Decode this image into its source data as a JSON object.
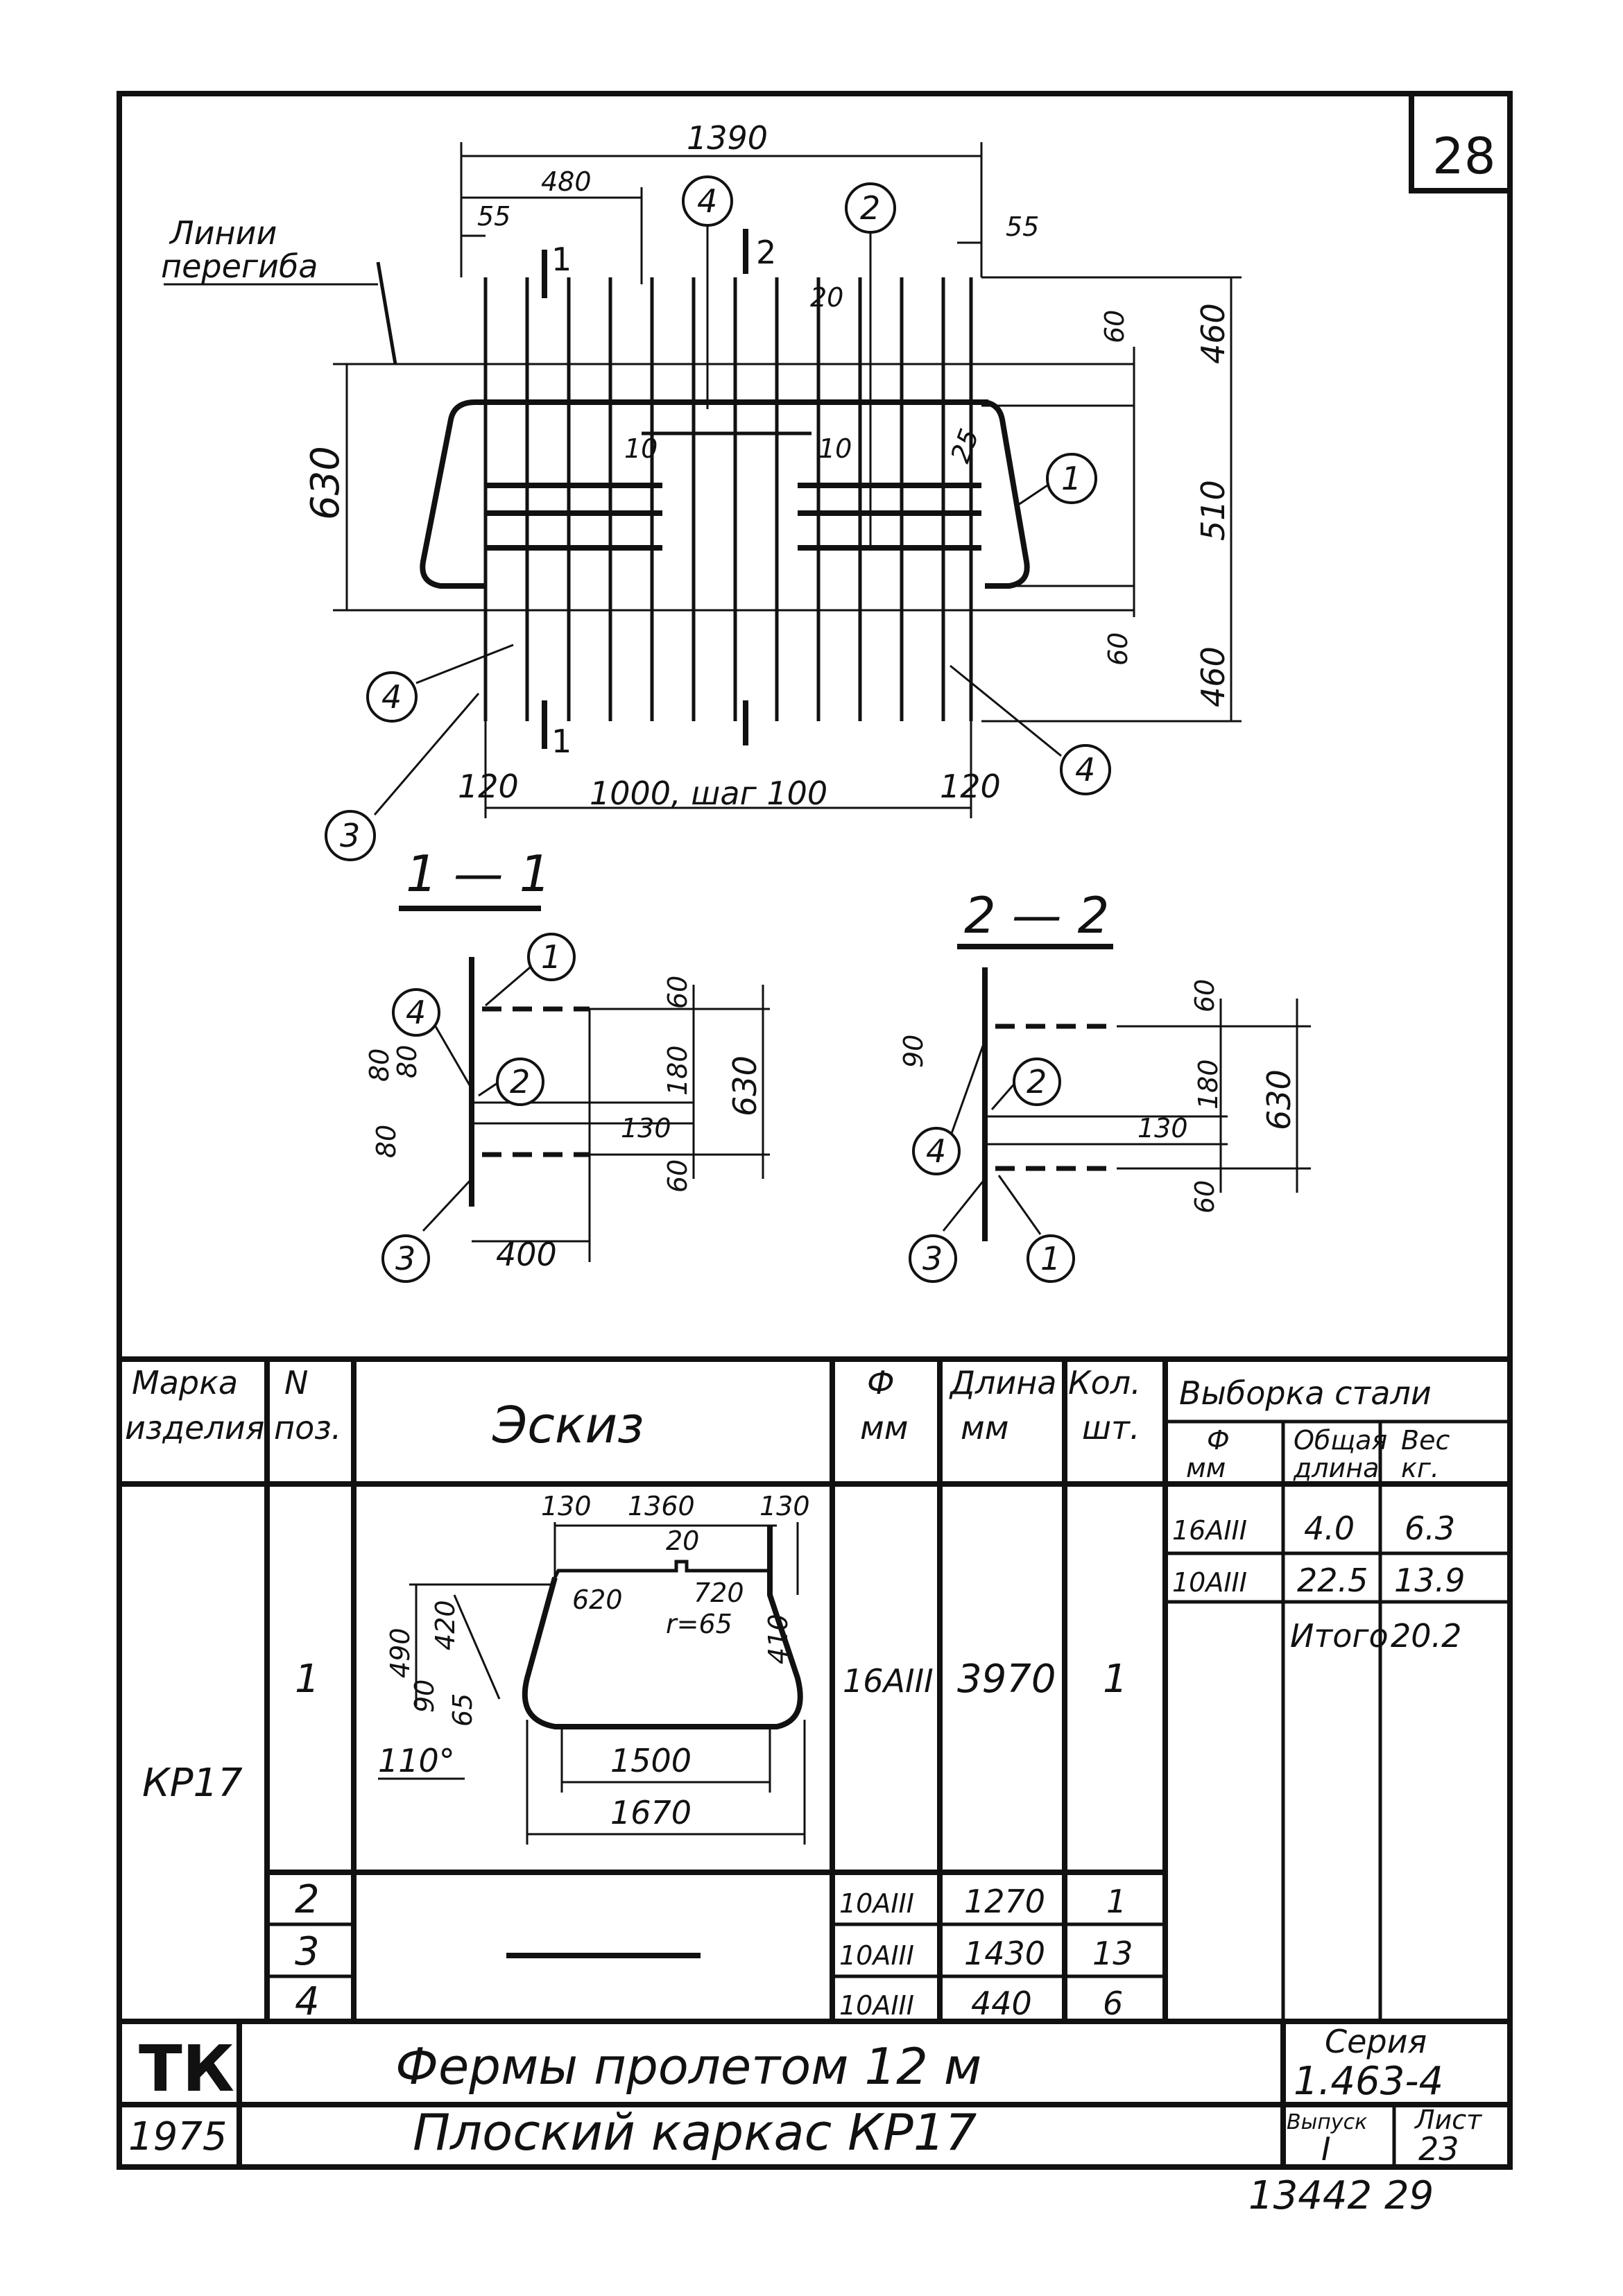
{
  "sheet": {
    "number": "28",
    "code": "ТК",
    "year": "1975",
    "title1": "Фермы пролетом 12 м",
    "title2": "Плоский каркас КР17",
    "series_label": "Серия",
    "series_value": "1.463-4",
    "issue_label": "Выпуск",
    "issue_value": "I",
    "sheet_label": "Лист",
    "sheet_value": "23",
    "footer": "13442  29"
  },
  "plan": {
    "bend_lines_label": "Линии\nперегиба",
    "dim_total": "1390",
    "dim_480": "480",
    "dim_55_left": "55",
    "dim_55_right": "55",
    "dim_20": "20",
    "dim_60_top": "60",
    "dim_460_top": "460",
    "dim_510": "510",
    "dim_60_bottom": "60",
    "dim_460_bottom": "460",
    "dim_630": "630",
    "dim_10_left": "10",
    "dim_10_right": "10",
    "dim_25": "25",
    "dim_120_left": "120",
    "dim_step": "1000, шаг 100",
    "dim_120_right": "120",
    "section1_mark": "1",
    "section2_mark": "2",
    "callouts": [
      "1",
      "2",
      "3",
      "4",
      "4",
      "4"
    ]
  },
  "section_1_1": {
    "title": "1 — 1",
    "d60_top": "60",
    "d80_a": "80",
    "d80_b": "80",
    "d180": "180",
    "d130": "130",
    "d630": "630",
    "d80_c": "80",
    "d60_bottom": "60",
    "d400": "400",
    "callouts": [
      "1",
      "2",
      "3",
      "4"
    ]
  },
  "section_2_2": {
    "title": "2 — 2",
    "d60_top": "60",
    "d90": "90",
    "d180": "180",
    "d130": "130",
    "d630": "630",
    "d60_bottom": "60",
    "callouts": [
      "1",
      "2",
      "3",
      "4"
    ]
  },
  "table": {
    "headers": {
      "mark": "Марка\nизделия",
      "pos": "N\nпоз.",
      "sketch": "Эскиз",
      "dia": "Ф\nмм",
      "length": "Длина\nмм",
      "qty": "Кол.\nшт.",
      "steel": "Выборка стали",
      "steel_dia": "Ф\nмм",
      "steel_len": "Общая\nдлина",
      "steel_wt": "Вес\nкг."
    },
    "mark": "КР17",
    "rows": [
      {
        "pos": "1",
        "dia": "16АIII",
        "length": "3970",
        "qty": "1"
      },
      {
        "pos": "2",
        "dia": "10АIII",
        "length": "1270",
        "qty": "1"
      },
      {
        "pos": "3",
        "dia": "10АIII",
        "length": "1430",
        "qty": "13"
      },
      {
        "pos": "4",
        "dia": "10АIII",
        "length": "440",
        "qty": "6"
      }
    ],
    "steel": [
      {
        "dia": "16АIII",
        "length": "4.0",
        "weight": "6.3"
      },
      {
        "dia": "10АIII",
        "length": "22.5",
        "weight": "13.9"
      }
    ],
    "total_label": "Итого",
    "total_value": "20.2",
    "sketch_dims": {
      "d130a": "130",
      "d1360": "1360",
      "d130b": "130",
      "d20": "20",
      "d620": "620",
      "d720": "720",
      "r65": "r=65",
      "d490": "490",
      "d420": "420",
      "d410": "410",
      "d90": "90",
      "d65": "65",
      "angle": "110°",
      "d1500": "1500",
      "d1670": "1670"
    }
  }
}
